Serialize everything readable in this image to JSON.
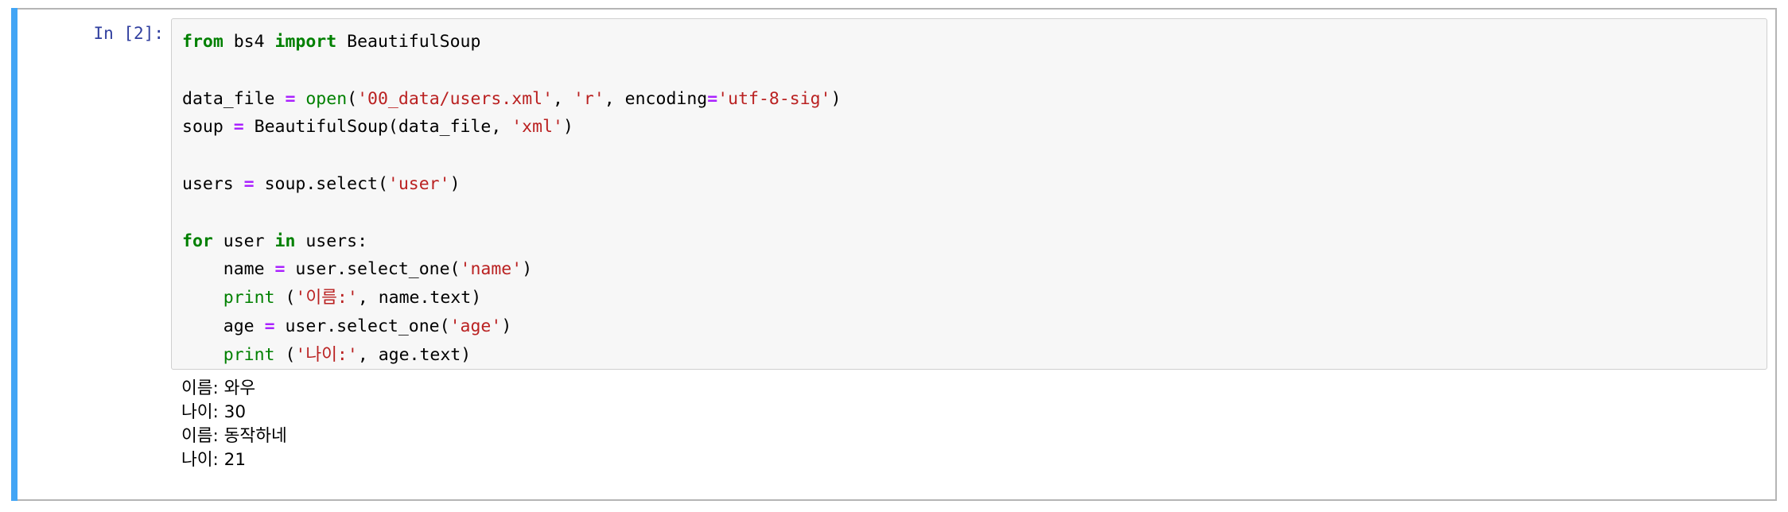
{
  "cell": {
    "prompt_label": "In [2]:",
    "accent_selected_bar_color": "#42a5f5",
    "frame_color": "#b5b5b5",
    "code_background": "#f7f7f7",
    "prompt_color": "#303f9f"
  },
  "code": {
    "language": "python",
    "tokens": {
      "keyword_color": "#008000",
      "builtin_color": "#008000",
      "string_color": "#ba2121",
      "operator_color": "#aa22ff",
      "text_color": "#000000"
    },
    "lines": [
      [
        {
          "t": "from",
          "c": "tok-kw"
        },
        {
          "t": " bs4 ",
          "c": "tok-plain"
        },
        {
          "t": "import",
          "c": "tok-kw"
        },
        {
          "t": " BeautifulSoup",
          "c": "tok-plain"
        }
      ],
      [],
      [
        {
          "t": "data_file ",
          "c": "tok-plain"
        },
        {
          "t": "=",
          "c": "tok-op"
        },
        {
          "t": " ",
          "c": "tok-plain"
        },
        {
          "t": "open",
          "c": "tok-fn"
        },
        {
          "t": "(",
          "c": "tok-plain"
        },
        {
          "t": "'00_data/users.xml'",
          "c": "tok-str"
        },
        {
          "t": ", ",
          "c": "tok-plain"
        },
        {
          "t": "'r'",
          "c": "tok-str"
        },
        {
          "t": ", encoding",
          "c": "tok-plain"
        },
        {
          "t": "=",
          "c": "tok-op"
        },
        {
          "t": "'utf-8-sig'",
          "c": "tok-str"
        },
        {
          "t": ")",
          "c": "tok-plain"
        }
      ],
      [
        {
          "t": "soup ",
          "c": "tok-plain"
        },
        {
          "t": "=",
          "c": "tok-op"
        },
        {
          "t": " BeautifulSoup(data_file, ",
          "c": "tok-plain"
        },
        {
          "t": "'xml'",
          "c": "tok-str"
        },
        {
          "t": ")",
          "c": "tok-plain"
        }
      ],
      [],
      [
        {
          "t": "users ",
          "c": "tok-plain"
        },
        {
          "t": "=",
          "c": "tok-op"
        },
        {
          "t": " soup.select(",
          "c": "tok-plain"
        },
        {
          "t": "'user'",
          "c": "tok-str"
        },
        {
          "t": ")",
          "c": "tok-plain"
        }
      ],
      [],
      [
        {
          "t": "for",
          "c": "tok-kw"
        },
        {
          "t": " user ",
          "c": "tok-plain"
        },
        {
          "t": "in",
          "c": "tok-kw"
        },
        {
          "t": " users:",
          "c": "tok-plain"
        }
      ],
      [
        {
          "t": "    name ",
          "c": "tok-plain"
        },
        {
          "t": "=",
          "c": "tok-op"
        },
        {
          "t": " user.select_one(",
          "c": "tok-plain"
        },
        {
          "t": "'name'",
          "c": "tok-str"
        },
        {
          "t": ")",
          "c": "tok-plain"
        }
      ],
      [
        {
          "t": "    ",
          "c": "tok-plain"
        },
        {
          "t": "print",
          "c": "tok-fn"
        },
        {
          "t": " (",
          "c": "tok-plain"
        },
        {
          "t": "'이름:'",
          "c": "tok-str"
        },
        {
          "t": ", name.text)",
          "c": "tok-plain"
        }
      ],
      [
        {
          "t": "    age ",
          "c": "tok-plain"
        },
        {
          "t": "=",
          "c": "tok-op"
        },
        {
          "t": " user.select_one(",
          "c": "tok-plain"
        },
        {
          "t": "'age'",
          "c": "tok-str"
        },
        {
          "t": ")",
          "c": "tok-plain"
        }
      ],
      [
        {
          "t": "    ",
          "c": "tok-plain"
        },
        {
          "t": "print",
          "c": "tok-fn"
        },
        {
          "t": " (",
          "c": "tok-plain"
        },
        {
          "t": "'나이:'",
          "c": "tok-str"
        },
        {
          "t": ", age.text)",
          "c": "tok-plain"
        }
      ]
    ],
    "plain_text": "from bs4 import BeautifulSoup\n\ndata_file = open('00_data/users.xml', 'r', encoding='utf-8-sig')\nsoup = BeautifulSoup(data_file, 'xml')\n\nusers = soup.select('user')\n\nfor user in users:\n    name = user.select_one('name')\n    print ('이름:', name.text)\n    age = user.select_one('age')\n    print ('나이:', age.text)"
  },
  "output": {
    "stream": "stdout",
    "lines": [
      "이름: 와우",
      "나이: 30",
      "이름: 동작하네",
      "나이: 21"
    ],
    "text": "이름: 와우\n나이: 30\n이름: 동작하네\n나이: 21"
  }
}
